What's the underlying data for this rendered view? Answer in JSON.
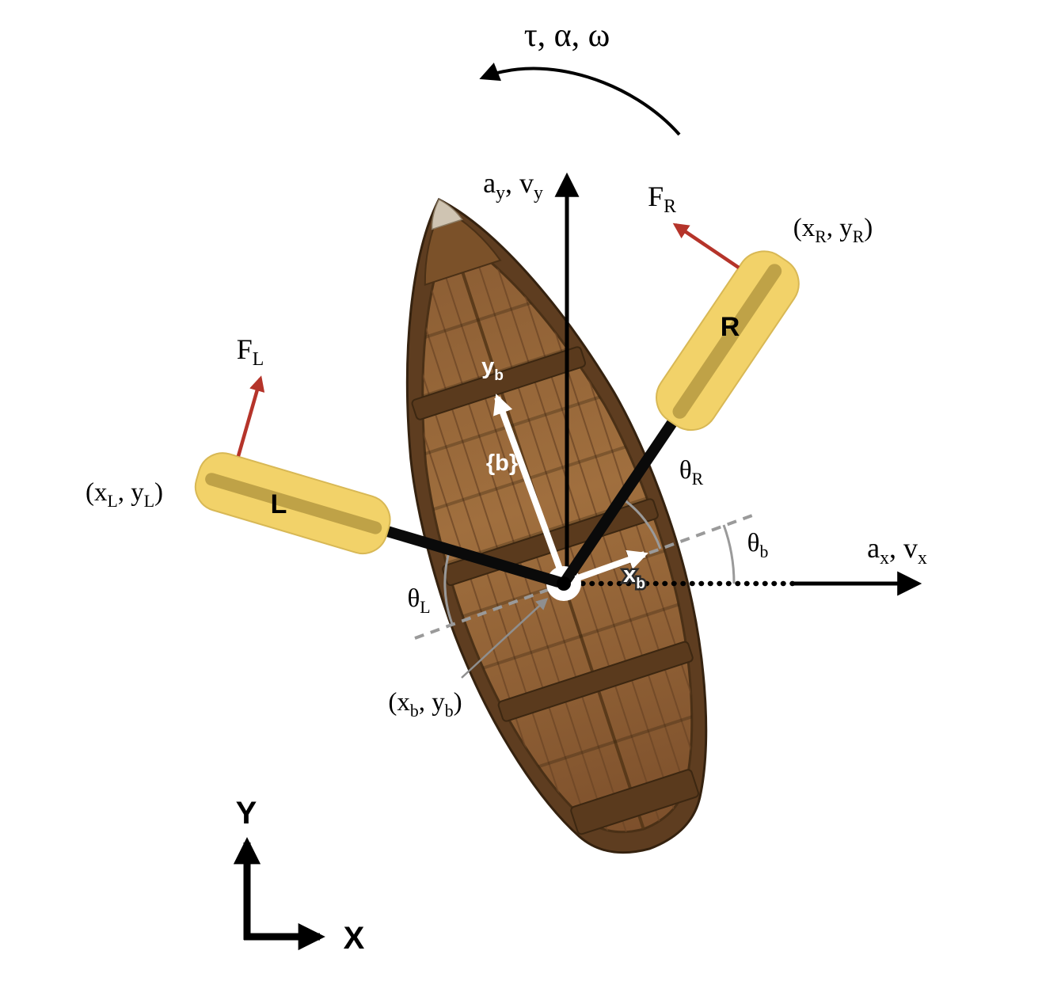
{
  "colors": {
    "force-red": "#b5342a",
    "guide-gray": "#9a9a9a",
    "paddle-yellow": "#f2d269",
    "paddle-stripe": "#b99c44",
    "hull-dark": "#5e3d20",
    "floor-brown": "#96663a",
    "plank-line": "#6d4626",
    "thwart-brown": "#5a3a1d"
  },
  "labels": {
    "torque": "τ, α, ω",
    "accel_y": [
      {
        "t": "a"
      },
      {
        "t": "y",
        "sub": true
      },
      {
        "t": ", v"
      },
      {
        "t": "y",
        "sub": true
      }
    ],
    "accel_x": [
      {
        "t": "a"
      },
      {
        "t": "x",
        "sub": true
      },
      {
        "t": ", v"
      },
      {
        "t": "x",
        "sub": true
      }
    ],
    "force_left": [
      {
        "t": "F"
      },
      {
        "t": "L",
        "sub": true
      }
    ],
    "force_right": [
      {
        "t": "F"
      },
      {
        "t": "R",
        "sub": true
      }
    ],
    "pos_left": [
      {
        "t": "(x"
      },
      {
        "t": "L",
        "sub": true
      },
      {
        "t": ", y"
      },
      {
        "t": "L",
        "sub": true
      },
      {
        "t": ")"
      }
    ],
    "pos_right": [
      {
        "t": "(x"
      },
      {
        "t": "R",
        "sub": true
      },
      {
        "t": ", y"
      },
      {
        "t": "R",
        "sub": true
      },
      {
        "t": ")"
      }
    ],
    "pos_body": [
      {
        "t": "(x"
      },
      {
        "t": "b",
        "sub": true
      },
      {
        "t": ", y"
      },
      {
        "t": "b",
        "sub": true
      },
      {
        "t": ")"
      }
    ],
    "theta_left": [
      {
        "t": "θ"
      },
      {
        "t": "L",
        "sub": true
      }
    ],
    "theta_right": [
      {
        "t": "θ"
      },
      {
        "t": "R",
        "sub": true
      }
    ],
    "theta_body": [
      {
        "t": "θ"
      },
      {
        "t": "b",
        "sub": true
      }
    ],
    "body_frame": "{b}",
    "body_y": [
      {
        "t": "y"
      },
      {
        "t": "b",
        "sub": true
      }
    ],
    "body_x": [
      {
        "t": "x"
      },
      {
        "t": "b",
        "sub": true
      }
    ],
    "oar_left": "L",
    "oar_right": "R",
    "world_y": "Y",
    "world_x": "X"
  }
}
